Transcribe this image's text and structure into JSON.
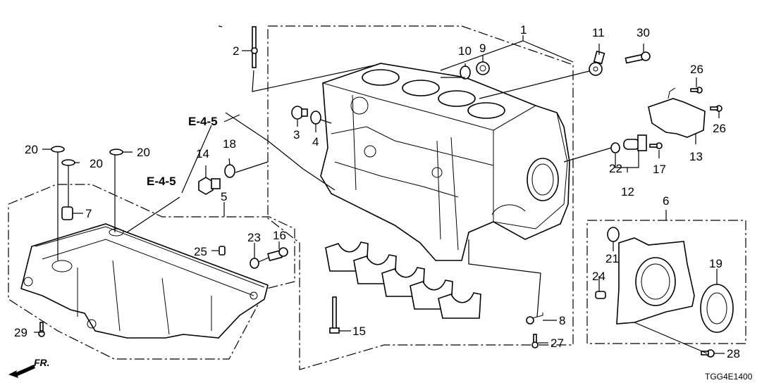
{
  "diagram": {
    "code": "TGG4E1400",
    "front_indicator": "FR.",
    "references": [
      "E-4-5",
      "E-4-5"
    ],
    "callouts": {
      "c1": "1",
      "c2": "2",
      "c3": "3",
      "c4": "4",
      "c5": "5",
      "c6": "6",
      "c7": "7",
      "c8": "8",
      "c9": "9",
      "c10": "10",
      "c11": "11",
      "c12": "12",
      "c13": "13",
      "c14": "14",
      "c15": "15",
      "c16": "16",
      "c17": "17",
      "c18": "18",
      "c19": "19",
      "c20a": "20",
      "c20b": "20",
      "c20c": "20",
      "c21": "21",
      "c22": "22",
      "c23": "23",
      "c24": "24",
      "c25": "25",
      "c26a": "26",
      "c26b": "26",
      "c27": "27",
      "c28": "28",
      "c29": "29",
      "c30": "30"
    }
  }
}
